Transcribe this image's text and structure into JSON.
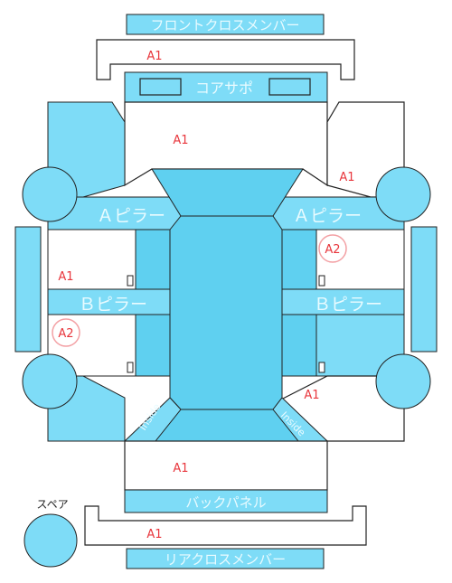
{
  "parts": {
    "front_cross_member": "フロントクロスメンバー",
    "core_support": "コアサポ",
    "a_pillar_left": "Ａピラー",
    "a_pillar_right": "Ａピラー",
    "b_pillar_left": "Ｂピラー",
    "b_pillar_right": "Ｂピラー",
    "back_panel": "バックパネル",
    "rear_cross_member": "リアクロスメンバー",
    "spare": "スペア",
    "inside_left": "Inside",
    "inside_right": "Inside"
  },
  "grades": {
    "front_cross": "A1",
    "engine_bay": "A1",
    "front_right_fender": "A1",
    "right_front_door": "A2",
    "left_front_door": "A1",
    "left_rear_door": "A2",
    "right_rear_quarter": "A1",
    "trunk": "A1",
    "rear_cross": "A1"
  },
  "colors": {
    "panel_fill": "#7edcf7",
    "grade_red": "#e8363c"
  }
}
